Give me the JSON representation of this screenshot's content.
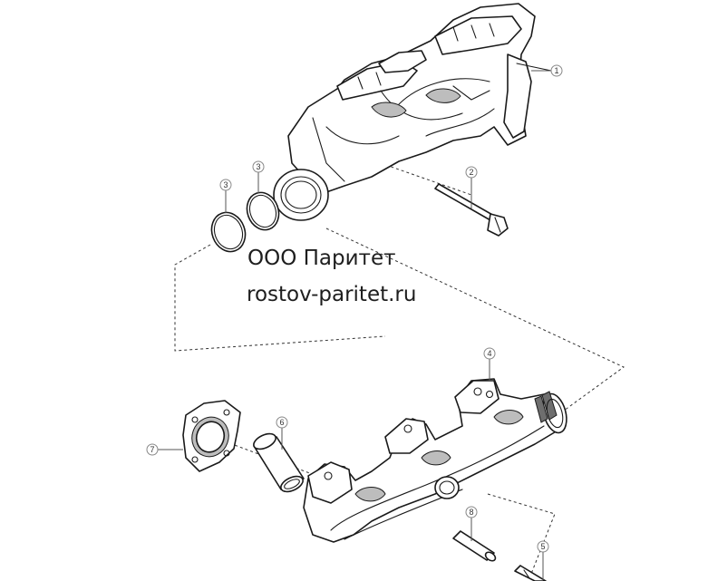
{
  "watermark": {
    "company": "ООО Паритет",
    "website": "rostov-paritet.ru"
  },
  "callouts": [
    {
      "id": "1",
      "label": "1"
    },
    {
      "id": "2",
      "label": "2"
    },
    {
      "id": "3a",
      "label": "3"
    },
    {
      "id": "3b",
      "label": "3"
    },
    {
      "id": "4",
      "label": "4"
    },
    {
      "id": "5",
      "label": "5"
    },
    {
      "id": "6",
      "label": "6"
    },
    {
      "id": "7",
      "label": "7"
    },
    {
      "id": "8",
      "label": "8"
    }
  ],
  "colors": {
    "line": "#1a1a1a",
    "shade": "#bdbdbd",
    "callout_border": "#888888"
  }
}
